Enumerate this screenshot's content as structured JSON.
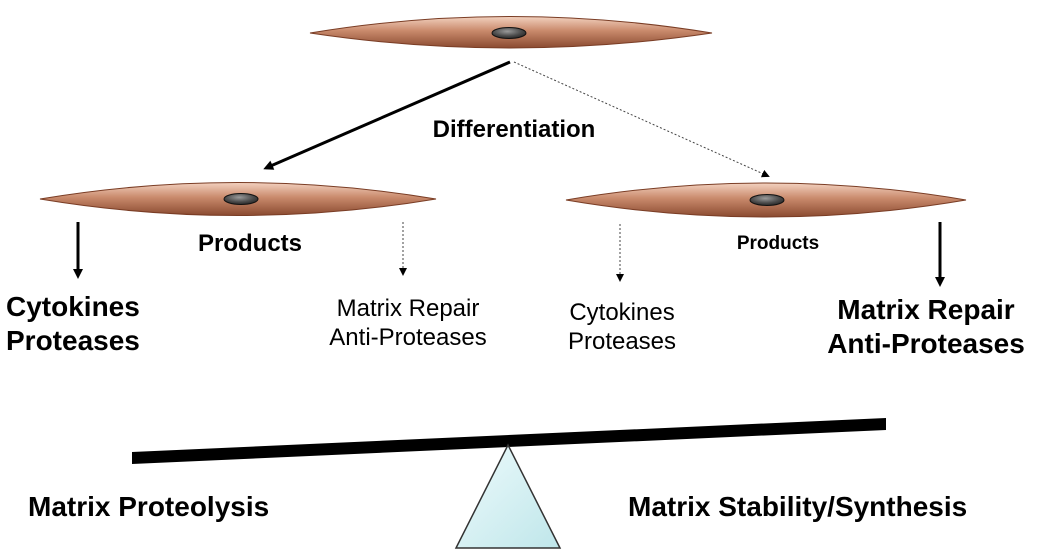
{
  "diagram": {
    "differentiation_label": "Differentiation",
    "left_branch": {
      "products_label": "Products",
      "output_primary": [
        "Cytokines",
        "Proteases"
      ],
      "output_secondary": [
        "Matrix Repair",
        "Anti-Proteases"
      ]
    },
    "right_branch": {
      "products_label": "Products",
      "output_secondary": [
        "Cytokines",
        "Proteases"
      ],
      "output_primary": [
        "Matrix Repair",
        "Anti-Proteases"
      ]
    },
    "balance": {
      "left_label": "Matrix Proteolysis",
      "right_label": "Matrix Stability/Synthesis"
    },
    "colors": {
      "cell_body": "#c98a6c",
      "cell_dark": "#8a4a30",
      "nucleus": "#4a4a4a",
      "fulcrum": "#cfeff2",
      "beam": "#000000"
    }
  }
}
